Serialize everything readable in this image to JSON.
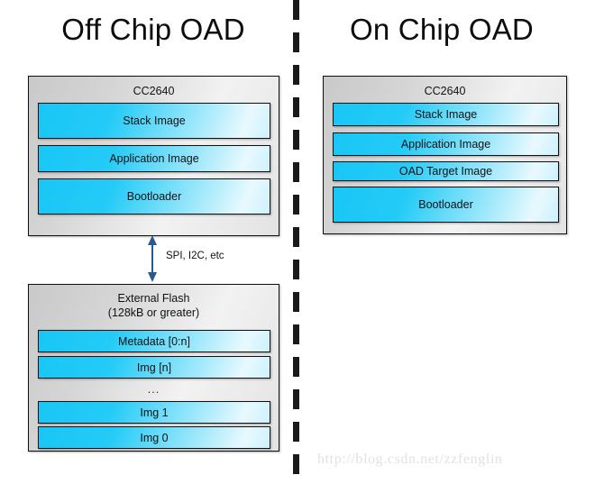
{
  "panels": {
    "left": {
      "title": "Off Chip OAD",
      "chip": {
        "label": "CC2640",
        "bars": [
          {
            "label": "Stack Image"
          },
          {
            "label": "Application Image"
          },
          {
            "label": "Bootloader"
          }
        ]
      },
      "flash": {
        "label": "External Flash\n(128kB or greater)",
        "label_line1": "External Flash",
        "label_line2": "(128kB or greater)",
        "bars": [
          {
            "label": "Metadata [0:n]"
          },
          {
            "label": "Img [n]"
          },
          {
            "label": "Img 1"
          },
          {
            "label": "Img 0"
          }
        ],
        "ellipsis": "..."
      },
      "connection": {
        "label": "SPI, I2C, etc",
        "arrow_color": "#2a5a8c"
      }
    },
    "right": {
      "title": "On Chip OAD",
      "chip": {
        "label": "CC2640",
        "bars": [
          {
            "label": "Stack Image"
          },
          {
            "label": "Application Image"
          },
          {
            "label": "OAD Target Image"
          },
          {
            "label": "Bootloader"
          }
        ]
      }
    }
  },
  "watermark": "http://blog.csdn.net/zzfenglin",
  "colors": {
    "bar_cyan": "#18c6f5",
    "bar_light": "#e8f9fe",
    "box_gray": "#d5d5d5",
    "divider": "#1a1a1a",
    "arrow_blue": "#2a5a8c",
    "watermark": "#e2e2e2"
  }
}
